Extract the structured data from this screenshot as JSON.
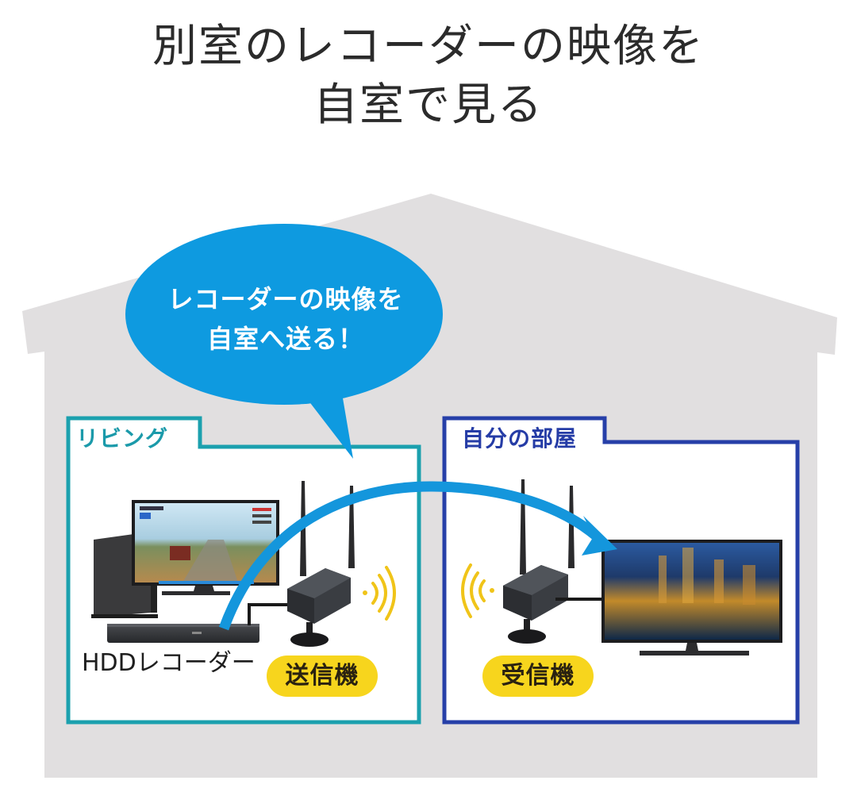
{
  "title": {
    "line1": "別室のレコーダーの映像を",
    "line2": "自室で見る"
  },
  "bubble": {
    "line1": "レコーダーの映像を",
    "line2": "自室へ送る！",
    "color": "#0e9ae0"
  },
  "rooms": {
    "living": {
      "label": "リビング",
      "border_color": "#1ba0ae"
    },
    "mine": {
      "label": "自分の部屋",
      "border_color": "#263fa8"
    }
  },
  "devices": {
    "recorder_label": "HDDレコーダー",
    "transmitter_label": "送信機",
    "receiver_label": "受信機",
    "pill_color": "#f7d51d",
    "wave_color": "#f0c419"
  },
  "house": {
    "color": "#e1dfe0"
  },
  "signal_arrow": {
    "color": "#1496dc"
  }
}
